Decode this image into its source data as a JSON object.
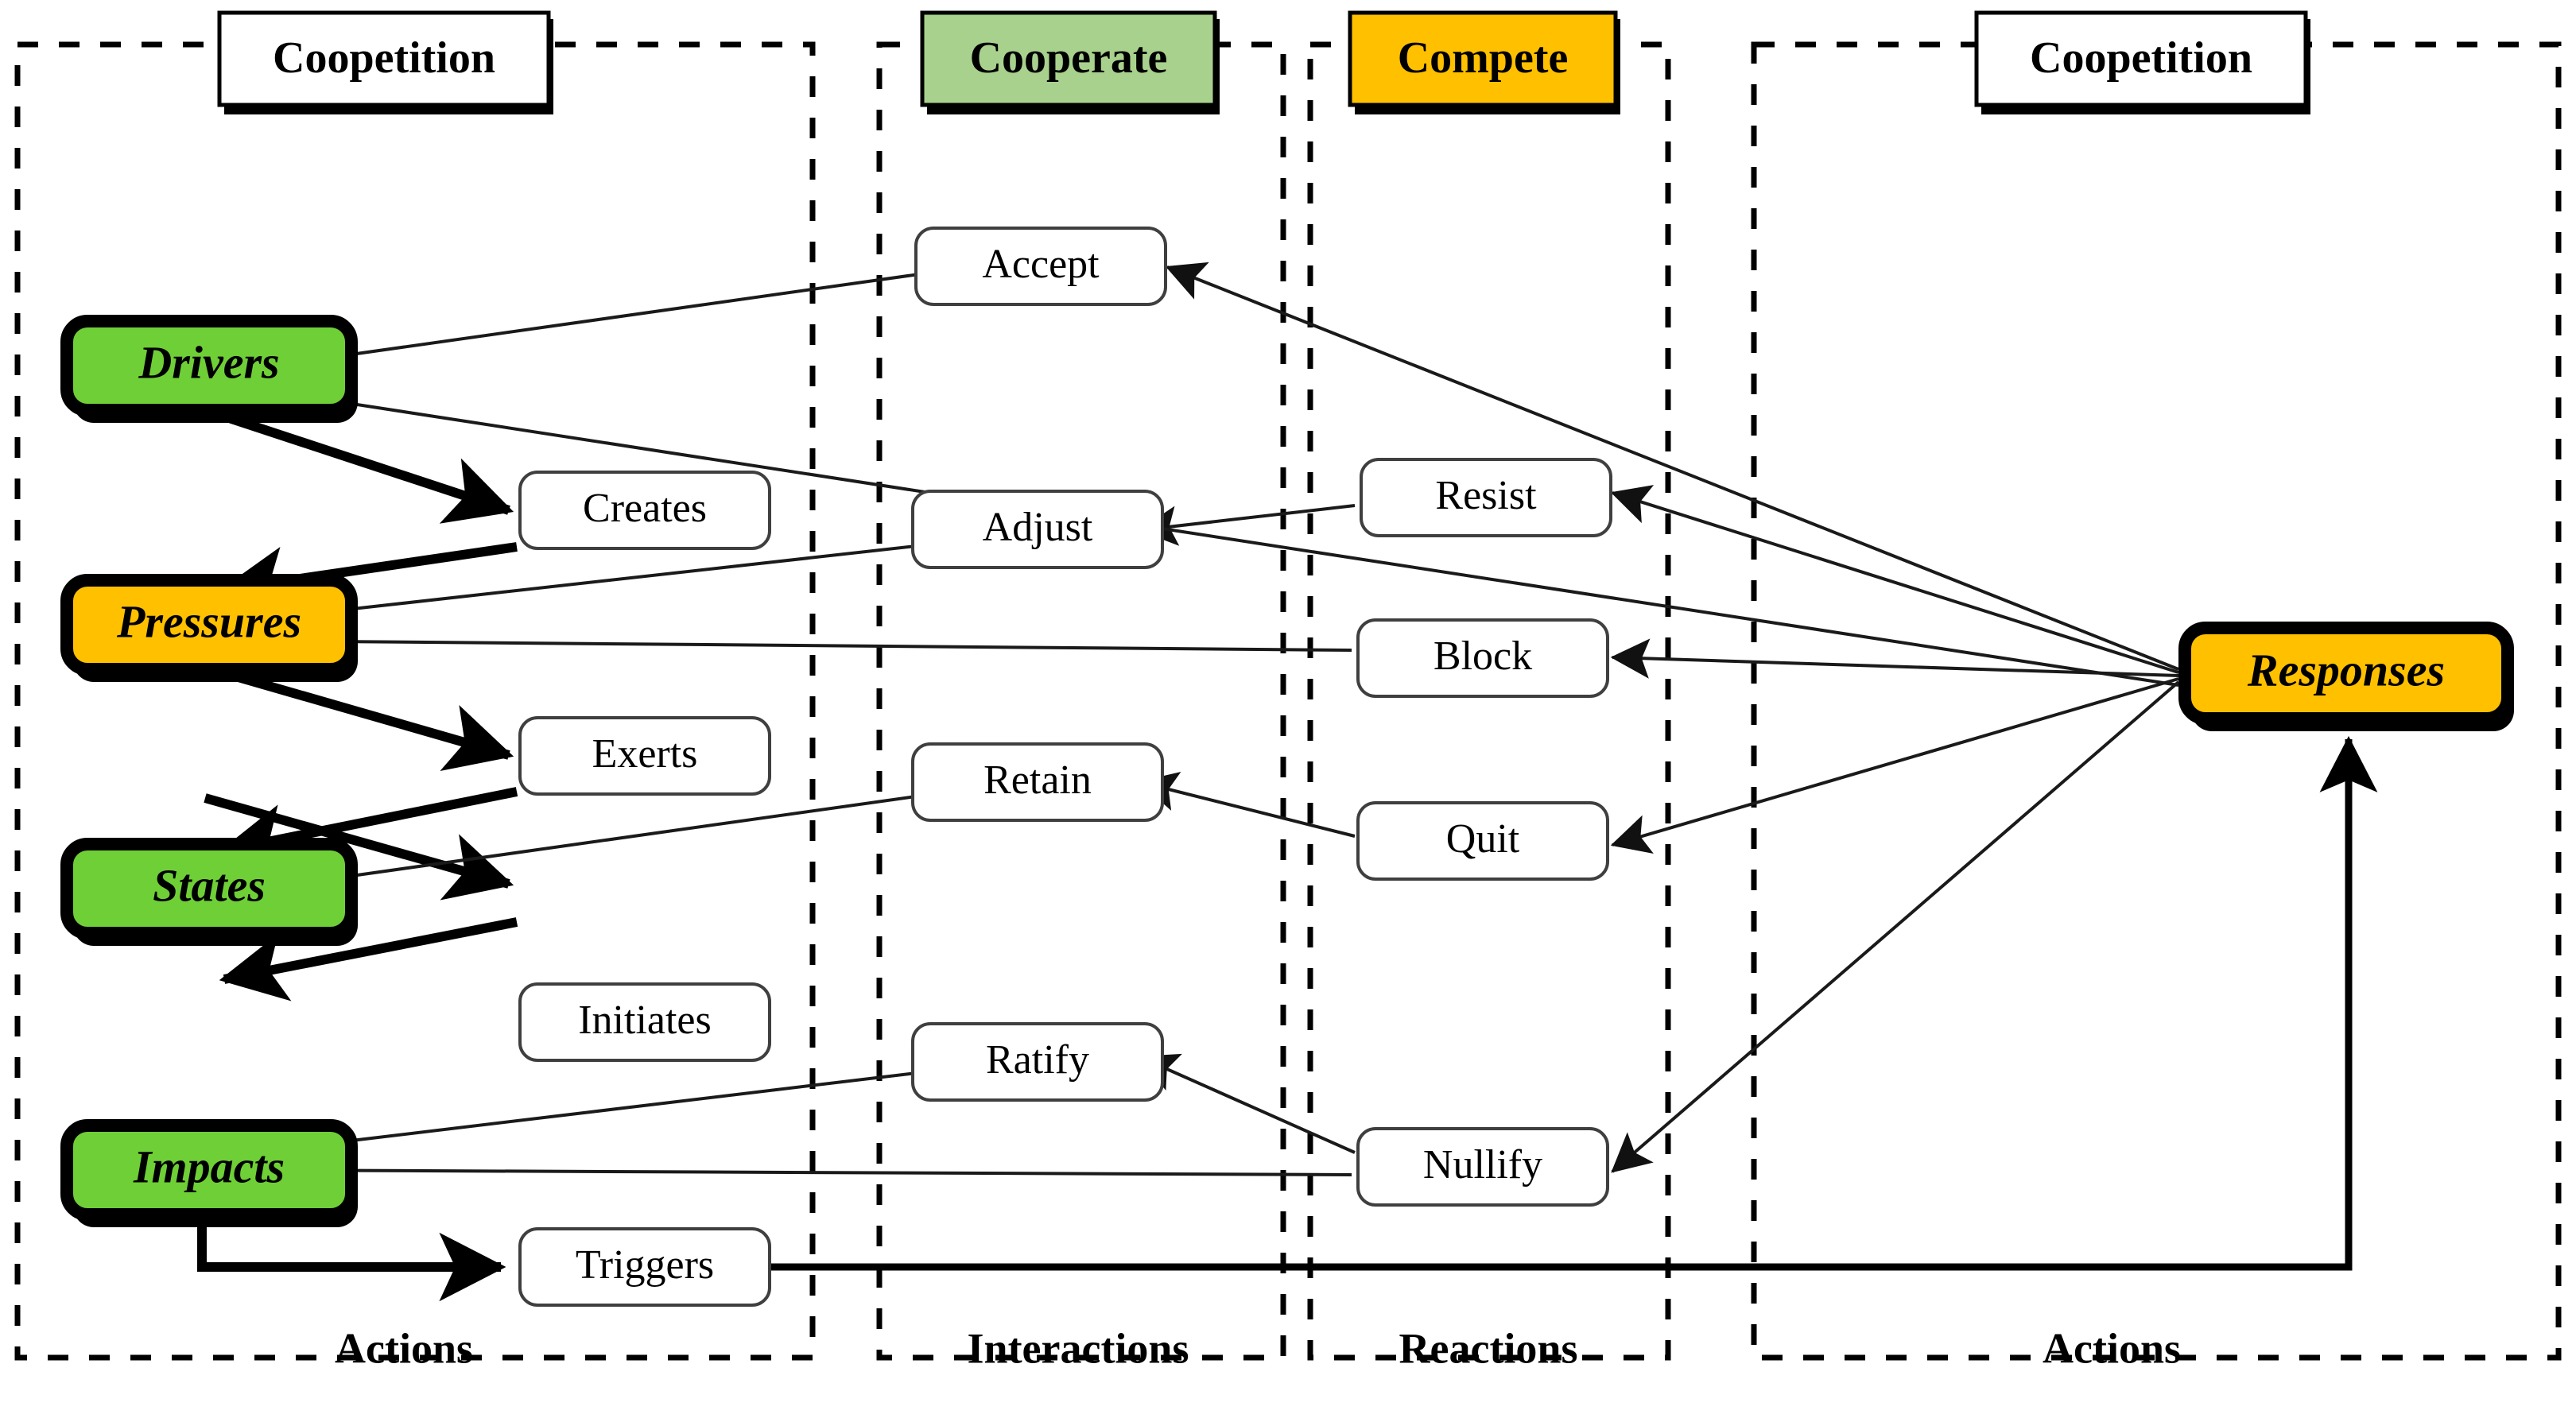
{
  "diagram": {
    "title": "Coopetition DPSIR Actions-Interactions-Reactions framework",
    "colors": {
      "bright_green": "#6FCF36",
      "light_green": "#A9D18E",
      "orange": "#FFC000",
      "white": "#FFFFFF",
      "black": "#000000"
    }
  },
  "headers": [
    {
      "id": "coopetition-left",
      "label": "Coopetition",
      "fill": "#FFFFFF"
    },
    {
      "id": "cooperate",
      "label": "Cooperate",
      "fill": "#A9D18E"
    },
    {
      "id": "compete",
      "label": "Compete",
      "fill": "#FFC000"
    },
    {
      "id": "coopetition-right",
      "label": "Coopetition",
      "fill": "#FFFFFF"
    }
  ],
  "zone_captions": [
    {
      "id": "actions-left",
      "label": "Actions"
    },
    {
      "id": "interactions",
      "label": "Interactions"
    },
    {
      "id": "reactions",
      "label": "Reactions"
    },
    {
      "id": "actions-right",
      "label": "Actions"
    }
  ],
  "entities": [
    {
      "id": "drivers",
      "label": "Drivers",
      "fill": "#6FCF36"
    },
    {
      "id": "pressures",
      "label": "Pressures",
      "fill": "#FFC000"
    },
    {
      "id": "states",
      "label": "States",
      "fill": "#6FCF36"
    },
    {
      "id": "impacts",
      "label": "Impacts",
      "fill": "#6FCF36"
    },
    {
      "id": "responses",
      "label": "Responses",
      "fill": "#FFC000"
    }
  ],
  "actions": [
    {
      "id": "creates",
      "label": "Creates"
    },
    {
      "id": "exerts",
      "label": "Exerts"
    },
    {
      "id": "initiates",
      "label": "Initiates"
    },
    {
      "id": "triggers",
      "label": "Triggers"
    }
  ],
  "interactions": [
    {
      "id": "accept",
      "label": "Accept"
    },
    {
      "id": "adjust",
      "label": "Adjust"
    },
    {
      "id": "retain",
      "label": "Retain"
    },
    {
      "id": "ratify",
      "label": "Ratify"
    }
  ],
  "reactions": [
    {
      "id": "resist",
      "label": "Resist"
    },
    {
      "id": "block",
      "label": "Block"
    },
    {
      "id": "quit",
      "label": "Quit"
    },
    {
      "id": "nullify",
      "label": "Nullify"
    }
  ]
}
